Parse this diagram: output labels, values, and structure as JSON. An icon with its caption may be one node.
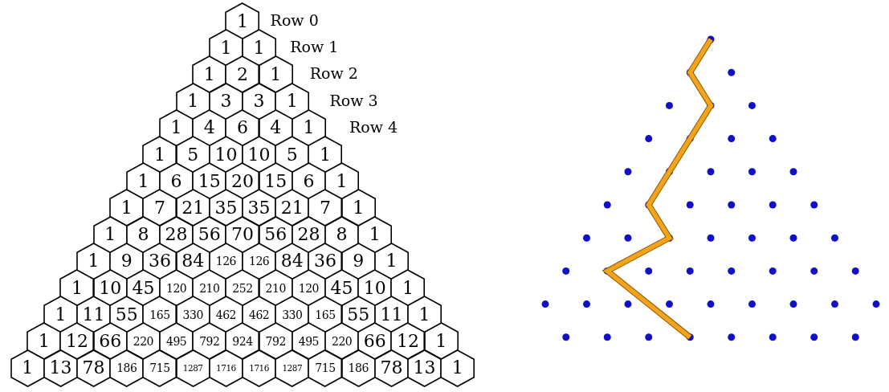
{
  "diagram": {
    "nodes": [
      {
        "text": [
          "1"
        ]
      },
      {
        "text": [
          "1"
        ]
      },
      {
        "text": [
          "1"
        ]
      },
      {
        "text": [
          "1"
        ]
      },
      {
        "text": [
          "2"
        ]
      },
      {
        "text": [
          "1"
        ]
      },
      {
        "text": [
          "1"
        ]
      },
      {
        "text": [
          "3"
        ]
      },
      {
        "text": [
          "3"
        ]
      },
      {
        "text": [
          "1"
        ]
      },
      {
        "text": [
          "1"
        ]
      },
      {
        "text": [
          "4"
        ]
      },
      {
        "text": [
          "6"
        ]
      },
      {
        "text": [
          "4"
        ]
      },
      {
        "text": [
          "1"
        ]
      },
      {
        "text": [
          "1"
        ]
      },
      {
        "text": [
          "5"
        ]
      },
      {
        "text": [
          "10"
        ]
      },
      {
        "text": [
          "10"
        ]
      },
      {
        "text": [
          "5"
        ]
      },
      {
        "text": [
          "1"
        ]
      },
      {
        "text": [
          "1"
        ]
      },
      {
        "text": [
          "6"
        ]
      },
      {
        "text": [
          "15"
        ]
      },
      {
        "text": [
          "20"
        ]
      },
      {
        "text": [
          "15"
        ]
      },
      {
        "text": [
          "6"
        ]
      },
      {
        "text": [
          "1"
        ]
      },
      {
        "text": [
          "1"
        ]
      },
      {
        "text": [
          "7"
        ]
      },
      {
        "text": [
          "21"
        ]
      },
      {
        "text": [
          "35"
        ]
      },
      {
        "text": [
          "35"
        ]
      },
      {
        "text": [
          "21"
        ]
      },
      {
        "text": [
          "7"
        ]
      },
      {
        "text": [
          "1"
        ]
      },
      {
        "text": [
          "1"
        ]
      },
      {
        "text": [
          "8"
        ]
      },
      {
        "text": [
          "28"
        ]
      },
      {
        "text": [
          "56"
        ]
      },
      {
        "text": [
          "70"
        ]
      },
      {
        "text": [
          "56"
        ]
      },
      {
        "text": [
          "28"
        ]
      },
      {
        "text": [
          "8"
        ]
      },
      {
        "text": [
          "1"
        ]
      },
      {
        "text": [
          "1"
        ]
      },
      {
        "text": [
          "9"
        ]
      },
      {
        "text": [
          "36"
        ]
      },
      {
        "text": [
          "84"
        ]
      },
      {
        "text": [
          "126"
        ]
      },
      {
        "text": [
          "126"
        ]
      },
      {
        "text": [
          "84"
        ]
      },
      {
        "text": [
          "36"
        ]
      },
      {
        "text": [
          "9"
        ]
      },
      {
        "text": [
          "1"
        ]
      },
      {
        "text": [
          "1"
        ]
      },
      {
        "text": [
          "10"
        ]
      },
      {
        "text": [
          "45"
        ]
      },
      {
        "text": [
          "120"
        ]
      },
      {
        "text": [
          "210"
        ]
      },
      {
        "text": [
          "252"
        ]
      },
      {
        "text": [
          "210"
        ]
      },
      {
        "text": [
          "120"
        ]
      },
      {
        "text": [
          "45"
        ]
      },
      {
        "text": [
          "10"
        ]
      },
      {
        "text": [
          "1"
        ]
      },
      {
        "text": [
          "1"
        ]
      },
      {
        "text": [
          "11"
        ]
      },
      {
        "text": [
          "55"
        ]
      },
      {
        "text": [
          "165"
        ]
      },
      {
        "text": [
          "330"
        ]
      },
      {
        "text": [
          "462"
        ]
      },
      {
        "text": [
          "462"
        ]
      },
      {
        "text": [
          "330"
        ]
      },
      {
        "text": [
          "165"
        ]
      },
      {
        "text": [
          "55"
        ]
      },
      {
        "text": [
          "11"
        ]
      },
      {
        "text": [
          "1"
        ]
      },
      {
        "text": [
          "1"
        ]
      },
      {
        "text": [
          "12"
        ]
      },
      {
        "text": [
          "66"
        ]
      },
      {
        "text": [
          "220"
        ]
      },
      {
        "text": [
          "495"
        ]
      },
      {
        "text": [
          "792"
        ]
      },
      {
        "text": [
          "924"
        ]
      },
      {
        "text": [
          "792"
        ]
      },
      {
        "text": [
          "495"
        ]
      },
      {
        "text": [
          "220"
        ]
      },
      {
        "text": [
          "66"
        ]
      },
      {
        "text": [
          "12"
        ]
      },
      {
        "text": [
          "1"
        ]
      },
      {
        "text": [
          "1"
        ]
      },
      {
        "text": [
          "13"
        ]
      },
      {
        "text": [
          "78"
        ]
      },
      {
        "text": [
          "186"
        ]
      },
      {
        "text": [
          "715"
        ]
      },
      {
        "text": [
          "1287"
        ]
      },
      {
        "text": [
          "1716"
        ]
      },
      {
        "text": [
          "1716"
        ]
      },
      {
        "text": [
          "1287"
        ]
      },
      {
        "text": [
          "715"
        ]
      },
      {
        "text": [
          "186"
        ]
      },
      {
        "text": [
          "78"
        ]
      },
      {
        "text": [
          "13"
        ]
      },
      {
        "text": [
          "1"
        ]
      }
    ],
    "labels": [
      "Row 0",
      "Row 1",
      "Row 2",
      "Row 3",
      "Row 4"
    ]
  }
}
